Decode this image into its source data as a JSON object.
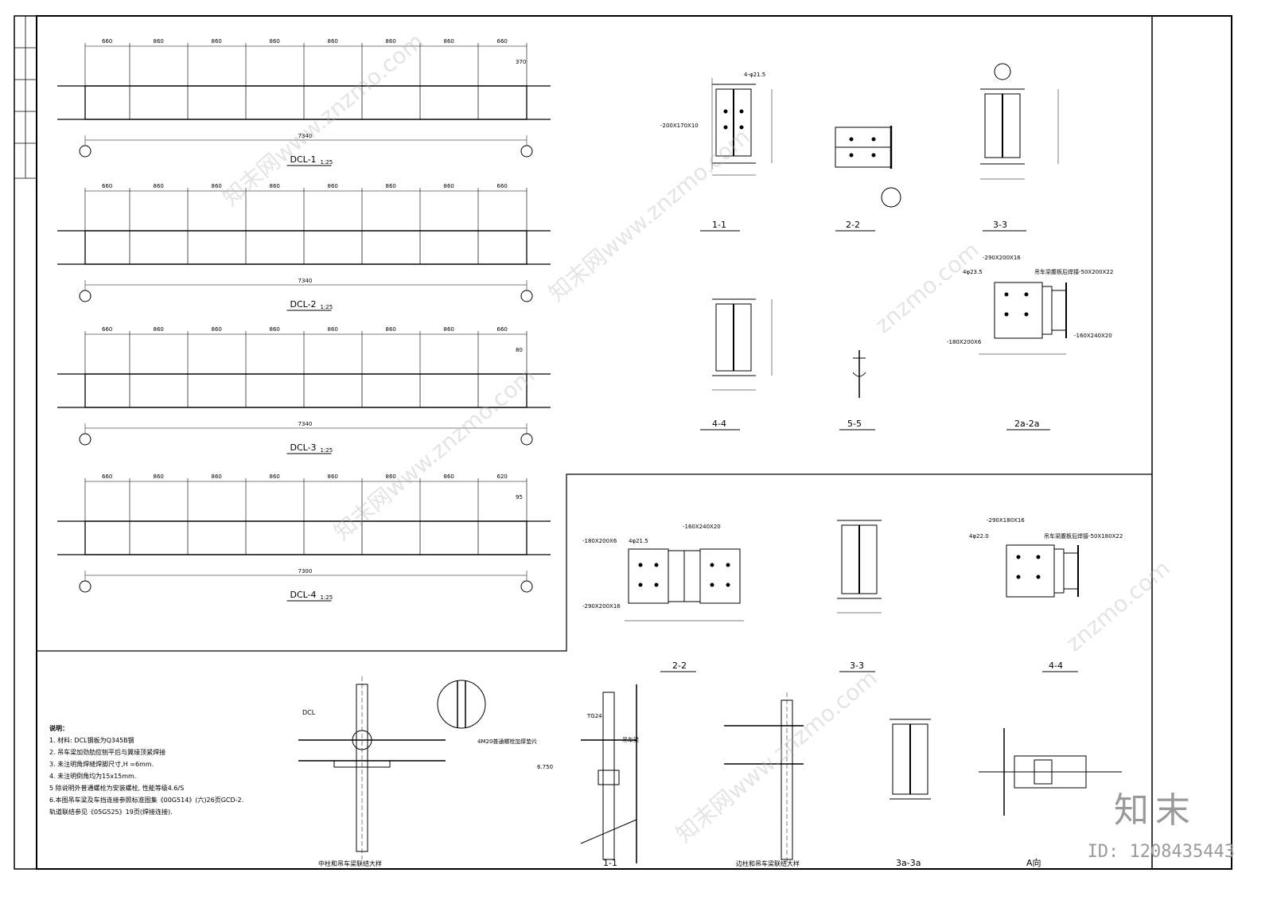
{
  "beams": [
    {
      "name": "DCL-1",
      "scale": "1:25",
      "total": "7340",
      "spans": [
        "660",
        "860",
        "860",
        "860",
        "860",
        "860",
        "860",
        "660"
      ],
      "right_dim": "370"
    },
    {
      "name": "DCL-2",
      "scale": "1:25",
      "total": "7340",
      "spans": [
        "660",
        "860",
        "860",
        "860",
        "860",
        "860",
        "860",
        "660"
      ],
      "right_dim": ""
    },
    {
      "name": "DCL-3",
      "scale": "1:25",
      "total": "7340",
      "spans": [
        "660",
        "860",
        "860",
        "860",
        "860",
        "860",
        "860",
        "660"
      ],
      "right_dim": "80"
    },
    {
      "name": "DCL-4",
      "scale": "1:25",
      "total": "7300",
      "spans": [
        "660",
        "860",
        "860",
        "860",
        "860",
        "860",
        "860",
        "620"
      ],
      "right_dim": "95"
    }
  ],
  "sections_top": [
    "1-1",
    "2-2",
    "3-3",
    "4-4",
    "5-5",
    "2a-2a"
  ],
  "sections_mid": [
    "2-2",
    "3-3",
    "4-4"
  ],
  "sections_bottom": [
    "中柱和吊车梁联结大样",
    "1-1",
    "边柱和吊车梁联结大样",
    "3a-3a",
    "A向"
  ],
  "plate_labels": {
    "p1": "-290X200X16",
    "p2": "4φ23.5",
    "p3": "吊车梁腹板后焊接-50X200X22",
    "p4": "-180X200X6",
    "p5": "-160X240X20",
    "p6": "-180X200X6",
    "p7": "4φ21.5",
    "p8": "-160X240X20",
    "p9": "-290X200X16",
    "p10": "-290X180X16",
    "p11": "4φ22.0",
    "p12": "吊车梁腹板后焊接-50X180X22",
    "p13": "4M20普通螺栓加厚垫片",
    "p14": "TG24",
    "p15": "6.750",
    "p16": "吊车梁",
    "p17": "DCL",
    "p18": "-200X170X10",
    "p19": "4-φ21.5"
  },
  "notes": {
    "title": "说明：",
    "items": [
      "1. 材料: DCL钢板为Q345B钢",
      "2. 吊车梁加劲肋应刨平后与翼缘顶紧焊接",
      "3. 未注明角焊缝焊脚尺寸,H =6mm.",
      "4. 未注明倒角均为15x15mm.",
      "5  除说明外普通螺栓为安装螺栓, 性能等级4.6/S",
      "6.本图吊车梁及车挡连接参照标准图集《00G514》(六)26页GCD-2.",
      "   轨道联结参见《05G525》19页(焊接连接)."
    ]
  },
  "watermarks": [
    "知末网www.znzmo.com",
    "znzmo.com"
  ],
  "brand": "知末",
  "image_id": "ID: 1208435443"
}
